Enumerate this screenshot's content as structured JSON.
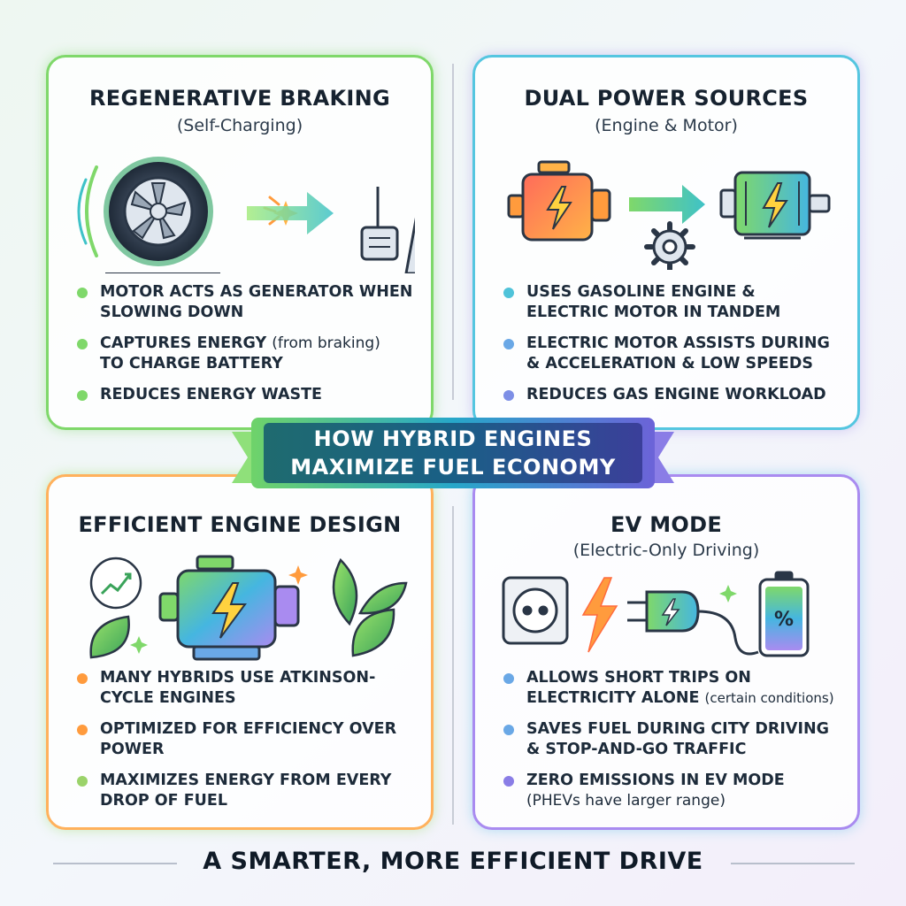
{
  "panels": {
    "regen": {
      "title": "REGENERATIVE BRAKING",
      "subtitle": "(Self-Charging)",
      "bullets": [
        {
          "text": "MOTOR ACTS AS GENERATOR WHEN SLOWING DOWN",
          "color": "#7fd86a"
        },
        {
          "text": "CAPTURES ENERGY",
          "note": "(from braking)",
          "text2": "TO CHARGE BATTERY",
          "color": "#7fd86a"
        },
        {
          "text": "REDUCES ENERGY WASTE",
          "color": "#7fd86a"
        }
      ]
    },
    "dual": {
      "title": "DUAL POWER SOURCES",
      "subtitle": "(Engine & Motor)",
      "bullets": [
        {
          "text": "USES GASOLINE ENGINE & ELECTRIC MOTOR IN TANDEM",
          "color": "#4fc3d9"
        },
        {
          "text": "ELECTRIC MOTOR ASSISTS DURING & ACCELERATION & LOW SPEEDS",
          "color": "#6aa8e6"
        },
        {
          "text": "REDUCES GAS ENGINE WORKLOAD",
          "color": "#7d8fe6"
        }
      ]
    },
    "efficient": {
      "title": "EFFICIENT ENGINE DESIGN",
      "bullets": [
        {
          "text": "MANY HYBRIDS USE ATKINSON-CYCLE ENGINES",
          "color": "#ff9b3d"
        },
        {
          "text": "OPTIMIZED FOR EFFICIENCY OVER POWER",
          "color": "#ff9b3d"
        },
        {
          "text": "MAXIMIZES ENERGY FROM EVERY DROP OF FUEL",
          "color": "#9bd36a"
        }
      ]
    },
    "ev": {
      "title": "EV MODE",
      "subtitle": "(Electric-Only Driving)",
      "battery_label": "%",
      "bullets": [
        {
          "text": "ALLOWS SHORT TRIPS ON ELECTRICITY ALONE",
          "note": "(certain conditions)",
          "color": "#6aa8e6"
        },
        {
          "text": "SAVES FUEL DURING CITY DRIVING & STOP-AND-GO TRAFFIC",
          "color": "#6aa8e6"
        },
        {
          "text": "ZERO EMISSIONS IN EV MODE",
          "note": "(PHEVs have larger range)",
          "color": "#8a7de6"
        }
      ]
    }
  },
  "banner": {
    "line1": "HOW HYBRID ENGINES",
    "line2": "MAXIMIZE FUEL ECONOMY"
  },
  "footer": "A SMARTER, MORE EFFICIENT DRIVE"
}
